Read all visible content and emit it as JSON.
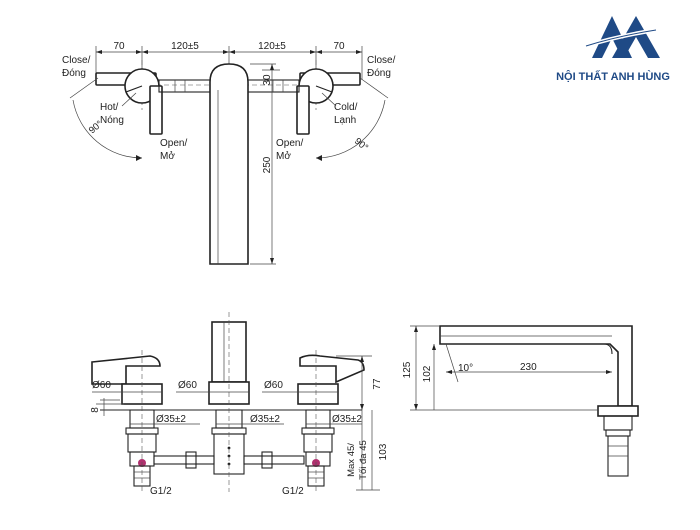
{
  "brand": {
    "name": "NỘI THẤT ANH HÙNG",
    "color": "#1f4a86"
  },
  "top_view": {
    "dims": {
      "left_70": "70",
      "center_left": "120±5",
      "center_right": "120±5",
      "right_70": "70",
      "height_30": "30",
      "height_250": "250"
    },
    "labels": {
      "close_left_1": "Close/",
      "close_left_2": "Đóng",
      "close_right_1": "Close/",
      "close_right_2": "Đóng",
      "hot_1": "Hot/",
      "hot_2": "Nóng",
      "cold_1": "Cold/",
      "cold_2": "Lạnh",
      "open_left_1": "Open/",
      "open_left_2": "Mở",
      "open_right_1": "Open/",
      "open_right_2": "Mở",
      "angle_left": "90°",
      "angle_right": "90°"
    }
  },
  "front_view": {
    "dims": {
      "d60_left": "Ø60",
      "d60_center": "Ø60",
      "d60_right": "Ø60",
      "d35_left": "Ø35±2",
      "d35_center": "Ø35±2",
      "d35_right": "Ø35±2",
      "h8": "8",
      "h77": "77",
      "h103": "103",
      "h125": "125",
      "max45_1": "Max 45/",
      "max45_2": "Tối đa 45",
      "g12_left": "G1/2",
      "g12_right": "G1/2"
    }
  },
  "side_view": {
    "dims": {
      "h102": "102",
      "angle10": "10°",
      "len230": "230"
    }
  }
}
